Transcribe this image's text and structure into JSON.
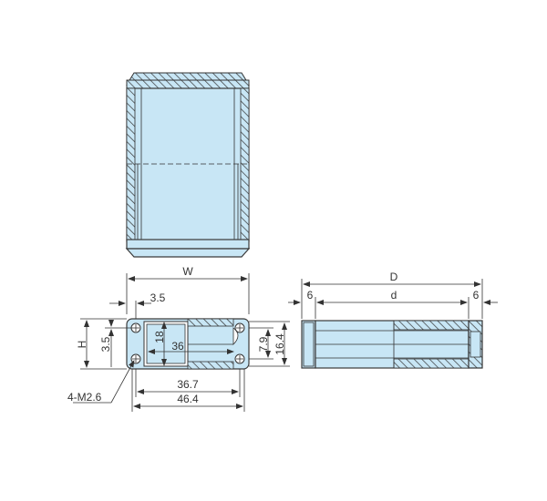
{
  "colors": {
    "fill": "#c8e6f5",
    "line": "#333333",
    "hatch": "#3a3a3a"
  },
  "labels": {
    "W": "W",
    "D": "D",
    "H": "H",
    "d": "d",
    "six_left": "6",
    "six_right": "6",
    "dim_3_5_top": "3.5",
    "dim_3_5_side": "3.5",
    "dim_18": "18",
    "dim_36": "36",
    "dim_7_9": "7.9",
    "dim_16_4": "16.4",
    "dim_36_7": "36.7",
    "dim_46_4": "46.4",
    "screw": "4-M2.6"
  }
}
